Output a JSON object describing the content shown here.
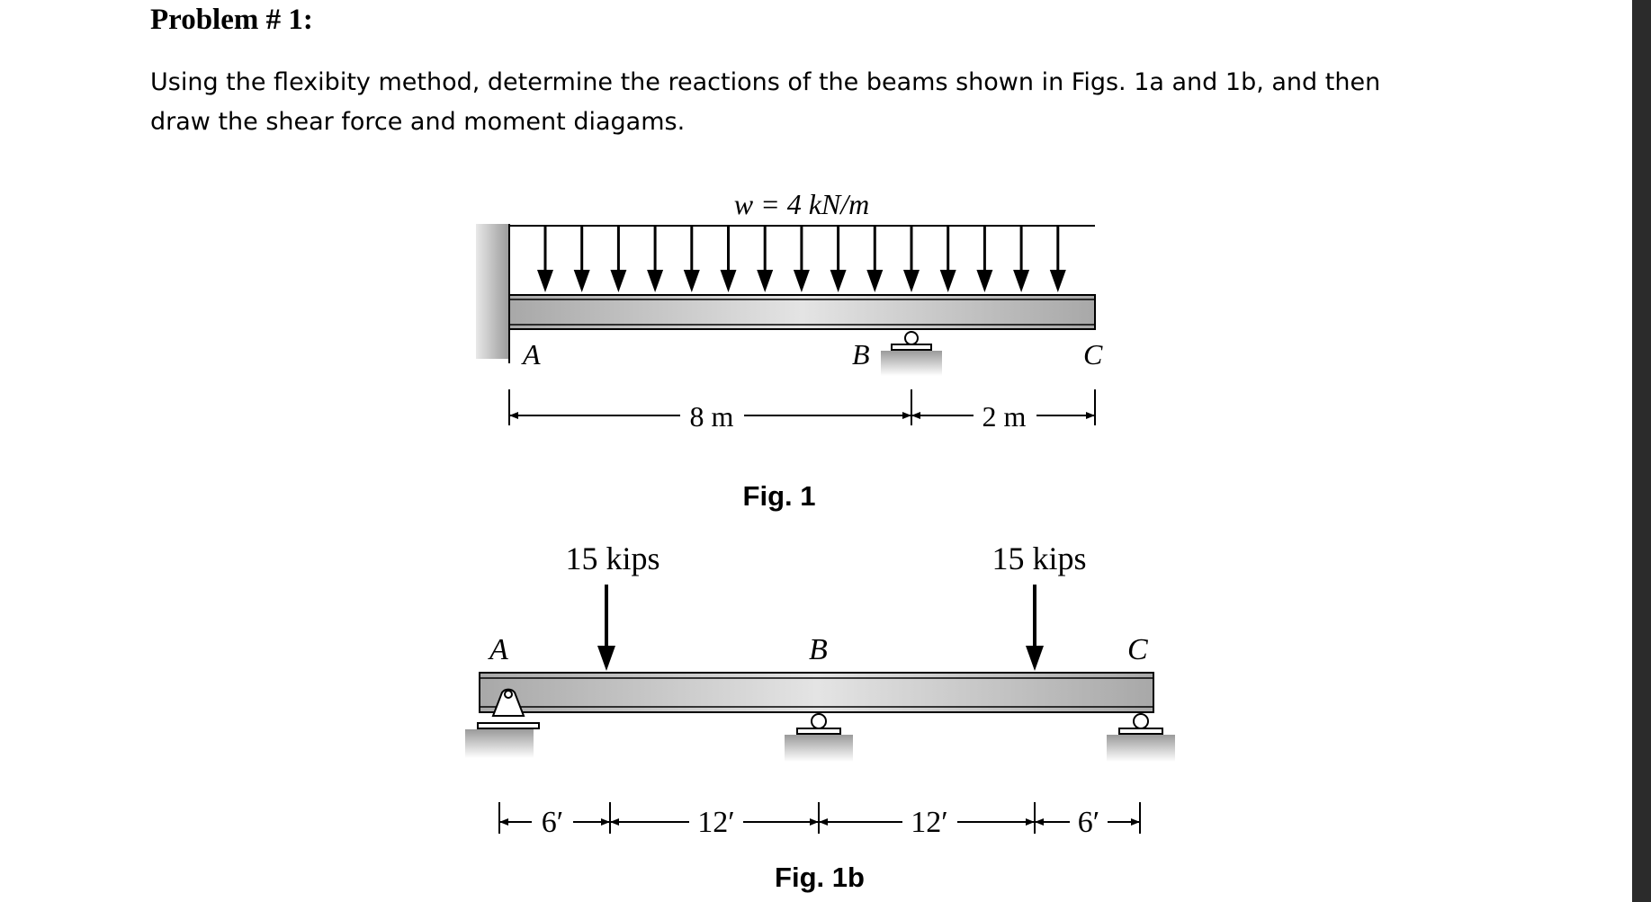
{
  "problem": {
    "title": "Problem # 1:",
    "statement_line1": "Using the flexibity method, determine the reactions of the beams shown in Figs. 1a and 1b, and then",
    "statement_line2": "draw the shear force and moment diagams."
  },
  "fig1": {
    "load_label": "w = 4 kN/m",
    "point_a": "A",
    "point_b": "B",
    "point_c": "C",
    "span_ab": "8 m",
    "span_bc": "2 m",
    "caption": "Fig. 1"
  },
  "fig1b": {
    "load_left": "15 kips",
    "load_right": "15 kips",
    "point_a": "A",
    "point_b": "B",
    "point_c": "C",
    "dim1": "6′",
    "dim2": "12′",
    "dim3": "12′",
    "dim4": "6′",
    "caption": "Fig. 1b"
  },
  "colors": {
    "beam_light": "#e4e4e4",
    "beam_dark": "#a8a8a8",
    "wall": "#a0a0a0",
    "edge_bar": "#2b2b2b"
  }
}
